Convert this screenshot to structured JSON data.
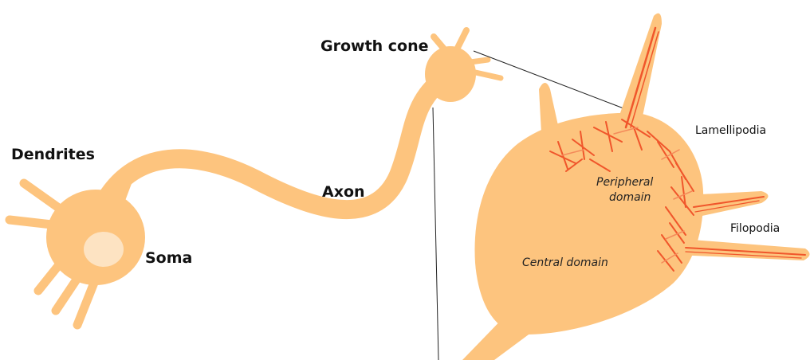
{
  "labels": {
    "dendrites": "Dendrites",
    "soma": "Soma",
    "axon": "Axon",
    "growth_cone": "Growth cone",
    "lamellipodia": "Lamellipodia",
    "filopodia": "Filopodia",
    "peripheral_domain_line1": "Peripheral",
    "peripheral_domain_line2": "domain",
    "central_domain": "Central domain"
  },
  "colors": {
    "cell_body": "#fdc47e",
    "nucleus": "#fde3c2",
    "actin": "#f0562b",
    "actin_soft": "#f48a5a",
    "outline_line": "#222222",
    "background": "#ffffff"
  }
}
